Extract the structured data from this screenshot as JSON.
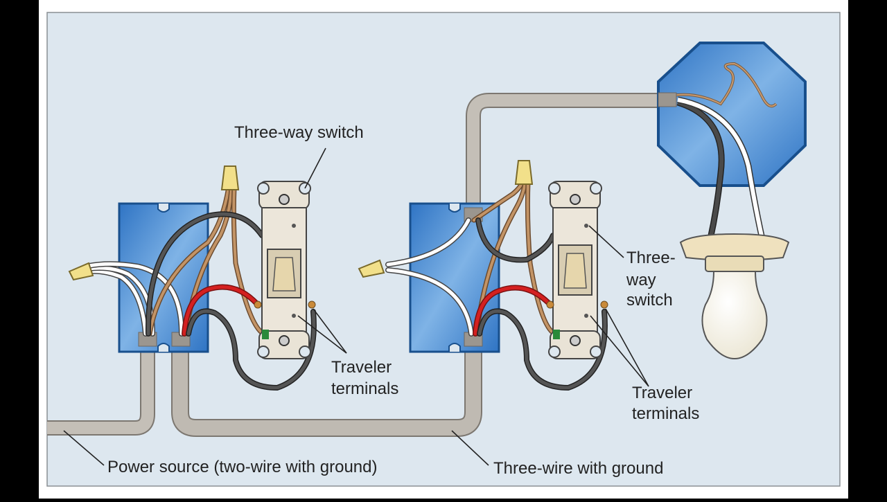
{
  "labels": {
    "three_way_switch_top": "Three-way switch",
    "three_way_switch_right_1": "Three-",
    "three_way_switch_right_2": "way",
    "three_way_switch_right_3": "switch",
    "traveler_left_1": "Traveler",
    "traveler_left_2": "terminals",
    "traveler_right_1": "Traveler",
    "traveler_right_2": "terminals",
    "power_source": "Power source (two-wire with ground)",
    "three_wire": "Three-wire with ground"
  },
  "colors": {
    "background": "#dde7ef",
    "box_blue": "#4a90d9",
    "box_border": "#1a5fa8",
    "cable_gray": "#bdb8b0",
    "wire_black": "#4a4a4a",
    "wire_red": "#d42020",
    "wire_white": "#ffffff",
    "wire_copper": "#b58560",
    "switch_body": "#ece6da",
    "connector_yellow": "#f2e08a",
    "bulb": "#fbf8ee"
  }
}
